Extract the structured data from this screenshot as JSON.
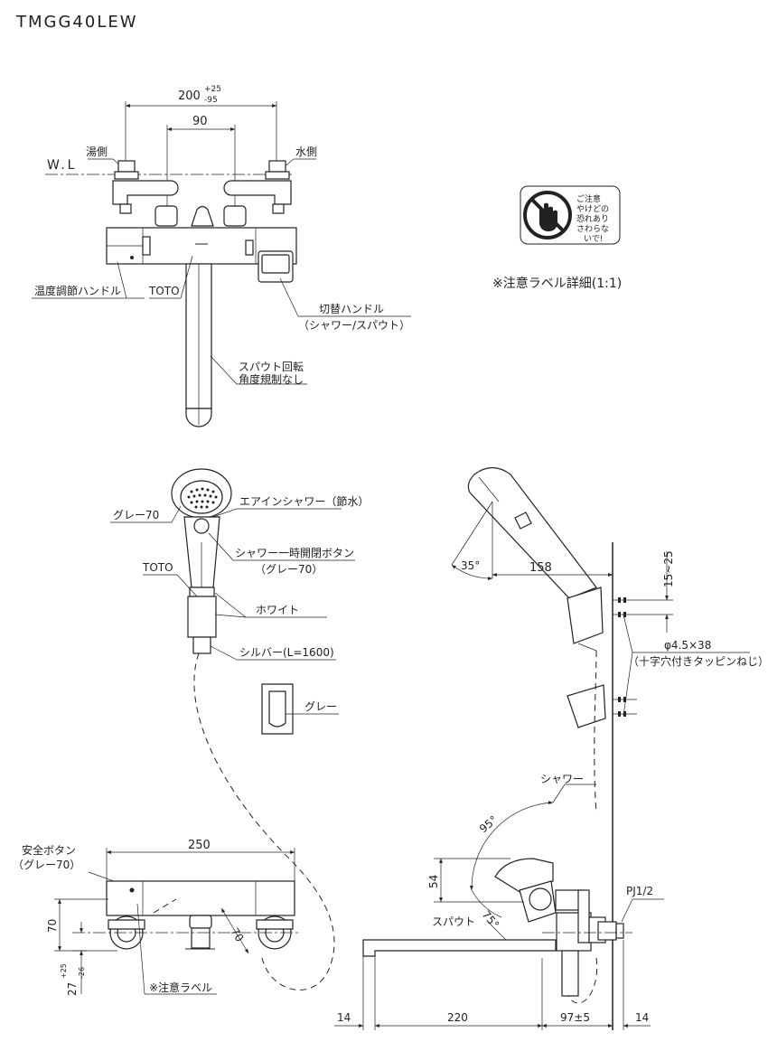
{
  "model": "TMGG40LEW",
  "front": {
    "dim_total": "200",
    "dim_total_tol_plus": "+25",
    "dim_total_tol_minus": "-95",
    "dim_inner": "90",
    "wl": "W.L",
    "hot_side": "湯側",
    "cold_side": "水側",
    "temp_handle": "温度調節ハンドル",
    "toto": "TOTO",
    "switch_handle": "切替ハンドル",
    "switch_sub": "（シャワー/スパウト）",
    "spout_rot_1": "スパウト回転",
    "spout_rot_2": "角度規制なし"
  },
  "label": {
    "line1": "ご注意",
    "line2": "やけどの",
    "line3": "恐れあり",
    "line4": "さわらな",
    "line5": "いで!",
    "caption": "※注意ラベル詳細(1:1)"
  },
  "shower": {
    "grey70": "グレー70",
    "air_in": "エアインシャワー（節水）",
    "button": "シャワー一時開閉ボタン",
    "button_sub": "（グレー70）",
    "toto": "TOTO",
    "white": "ホワイト",
    "silver": "シルバー(L=1600)",
    "grey": "グレー"
  },
  "side": {
    "angle35": "35°",
    "dim158": "158",
    "dim15_25": "15~25",
    "screw": "φ4.5×38",
    "screw_sub": "（十字穴付きタッピンねじ）",
    "shower": "シャワー",
    "angle95": "95°",
    "dim54": "54",
    "angle75": "75°",
    "spout": "スパウト",
    "pj": "PJ1/2",
    "dim14a": "14",
    "dim220": "220",
    "dim97": "97±5",
    "dim14b": "14"
  },
  "top": {
    "safety_btn": "安全ボタン",
    "safety_sub": "（グレー70）",
    "dim250": "250",
    "dim70a": "70",
    "dim70b": "70",
    "dim27": "27",
    "dim27_plus": "+25",
    "dim27_minus": "-26",
    "caution_label": "※注意ラベル"
  }
}
